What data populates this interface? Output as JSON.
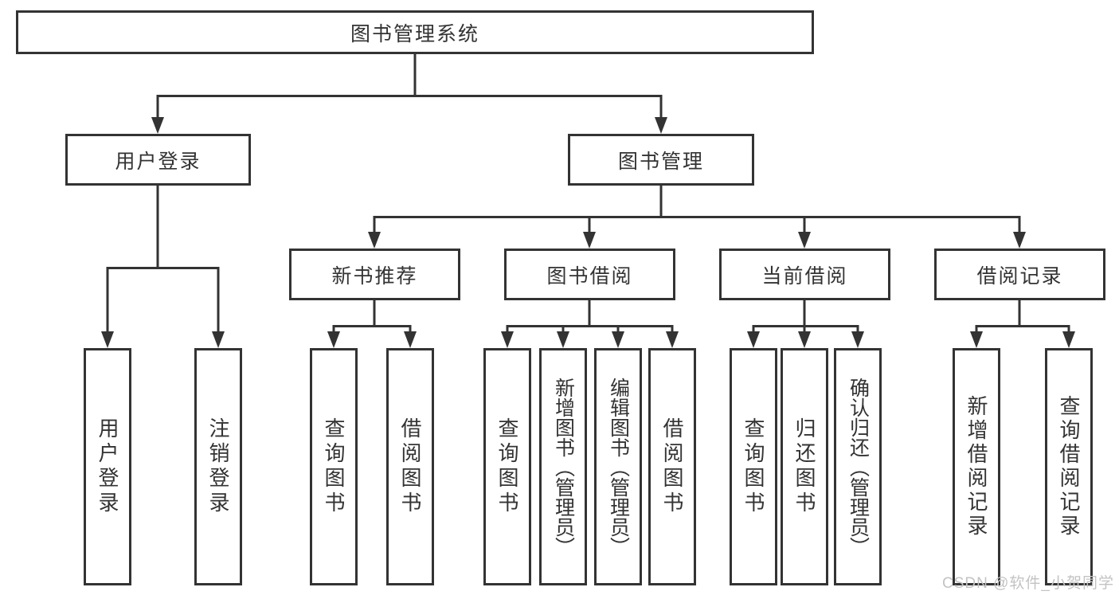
{
  "diagram": {
    "root_label": "图书管理系统",
    "user_login": {
      "label": "用户登录",
      "children": [
        {
          "label": "用户登录"
        },
        {
          "label": "注销登录"
        }
      ]
    },
    "book_mgmt": {
      "label": "图书管理",
      "sections": [
        {
          "label": "新书推荐",
          "children": [
            {
              "label": "查询图书"
            },
            {
              "label": "借阅图书"
            }
          ]
        },
        {
          "label": "图书借阅",
          "children": [
            {
              "label": "查询图书"
            },
            {
              "label": "新增图书（管理员）"
            },
            {
              "label": "编辑图书（管理员）"
            },
            {
              "label": "借阅图书"
            }
          ]
        },
        {
          "label": "当前借阅",
          "children": [
            {
              "label": "查询图书"
            },
            {
              "label": "归还图书"
            },
            {
              "label": "确认归还（管理员）"
            }
          ]
        },
        {
          "label": "借阅记录",
          "children": [
            {
              "label": "新增借阅记录"
            },
            {
              "label": "查询借阅记录"
            }
          ]
        }
      ]
    }
  },
  "watermark": {
    "text": "CSDN @软件_小贺同学"
  },
  "colors": {
    "line": "#333333",
    "text": "#333333",
    "box_bg": "#ffffff",
    "watermark": "#c3c3c3"
  }
}
